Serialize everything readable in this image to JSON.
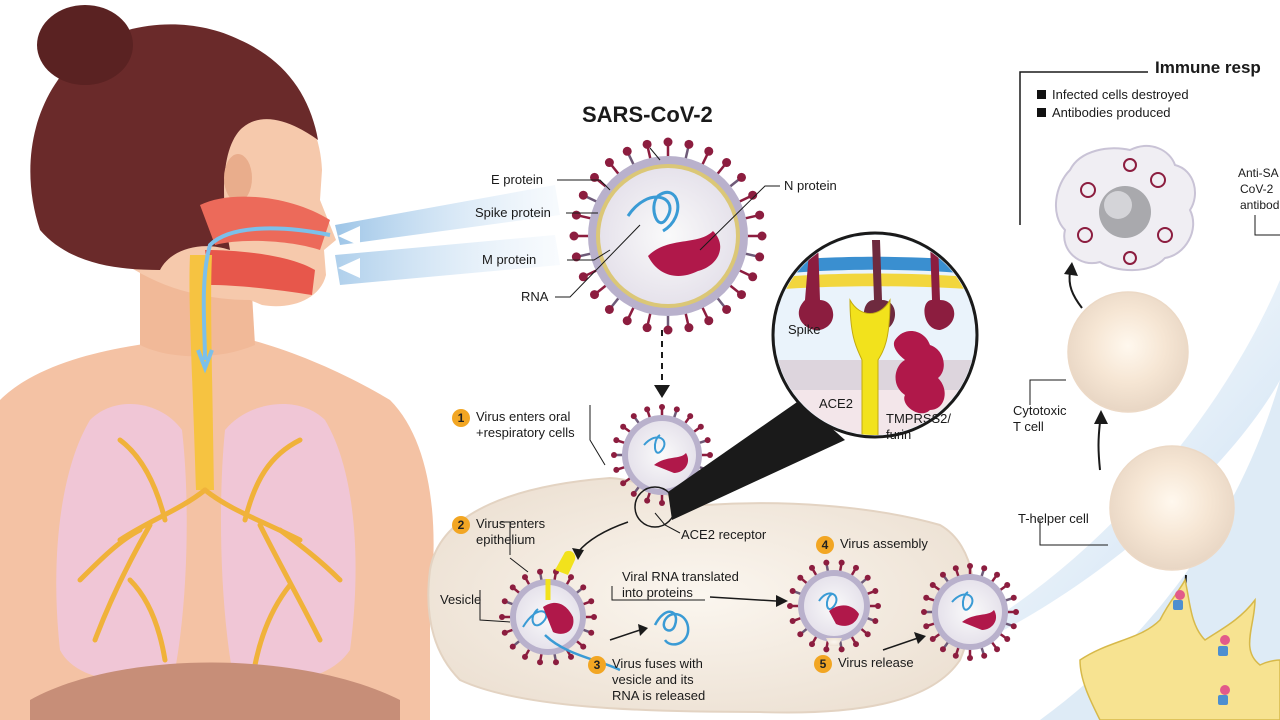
{
  "virus": {
    "title": "SARS-CoV-2",
    "labels": {
      "e_protein": "E protein",
      "spike_protein": "Spike protein",
      "m_protein": "M protein",
      "rna": "RNA",
      "n_protein": "N protein"
    }
  },
  "zoom": {
    "spike": "Spike",
    "ace2": "ACE2",
    "tmprss2": "TMPRSS2/",
    "furin": "furin"
  },
  "steps": [
    {
      "num": "1",
      "lines": [
        "Virus enters oral",
        "+respiratory cells"
      ]
    },
    {
      "num": "2",
      "lines": [
        "Virus enters",
        "epithelium"
      ]
    },
    {
      "num": "3",
      "lines": [
        "Virus fuses with",
        "vesicle and its",
        "RNA is released"
      ]
    },
    {
      "num": "4",
      "lines": [
        "Virus assembly"
      ]
    },
    {
      "num": "5",
      "lines": [
        "Virus release"
      ]
    }
  ],
  "cell_labels": {
    "ace2_receptor": "ACE2 receptor",
    "vesicle": "Vesicle",
    "translation": [
      "Viral RNA translated",
      "into proteins"
    ]
  },
  "immune": {
    "title": "Immune resp",
    "bullets": [
      "Infected cells destroyed",
      "Antibodies produced"
    ],
    "antibodies": [
      "Anti-SA",
      "CoV-2",
      "antibod"
    ],
    "cytotoxic": [
      "Cytotoxic",
      "T cell"
    ],
    "t_helper": "T-helper cell"
  },
  "colors": {
    "spike": "#8c1d3f",
    "virus_membrane": "#c9c3d6",
    "rna": "#3a9bd5",
    "n_protein": "#b0184a",
    "ace2": "#f2e21c",
    "skin": "#f4c6a8",
    "lung": "#efc9da",
    "airway": "#e7574b",
    "cell": "#f3ece3",
    "badge": "#f2a623"
  }
}
